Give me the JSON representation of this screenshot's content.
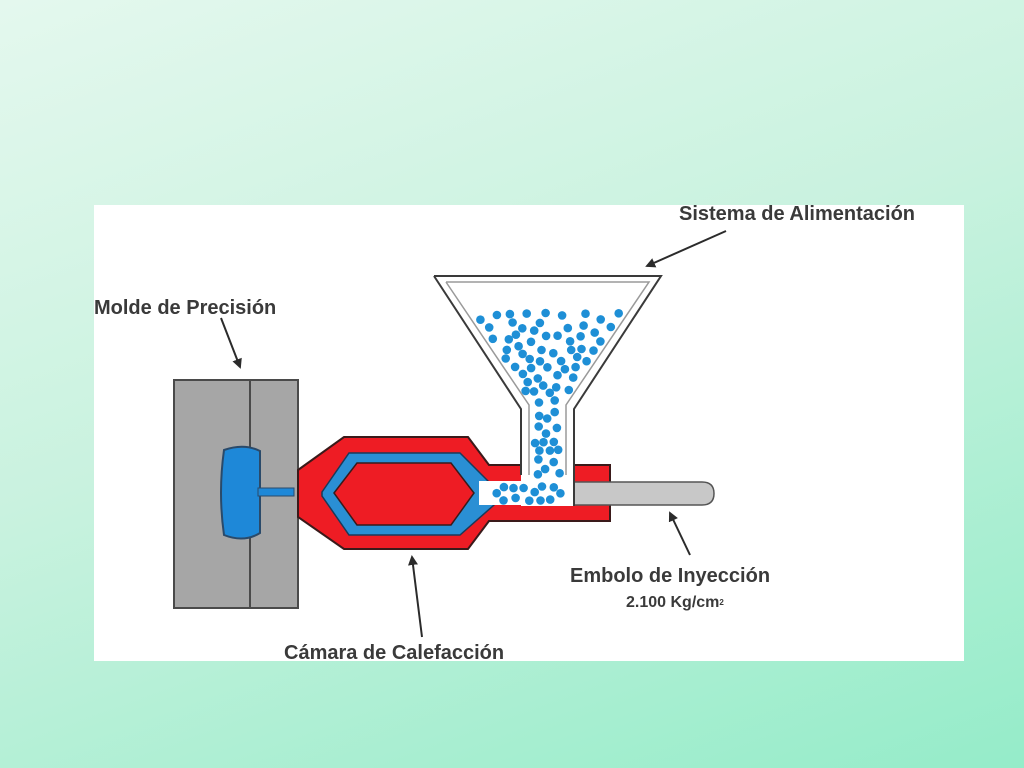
{
  "diagram": {
    "labels": {
      "molde": "Molde de Precisión",
      "sistema": "Sistema de Alimentación",
      "embolo": "Embolo de Inyección",
      "presion_value": "2.100 Kg/cm",
      "presion_exp": "2",
      "camara": "Cámara de Calefacción"
    },
    "colors": {
      "mold_gray": "#a6a6a6",
      "cavity_blue": "#1e88d8",
      "heater_red": "#ee1c24",
      "plunger_gray": "#c8c8c8",
      "pellet_blue": "#1e8fd6",
      "outline": "#3a3a3a"
    }
  }
}
